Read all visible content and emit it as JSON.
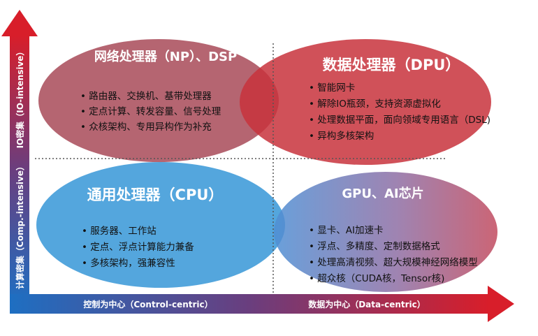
{
  "axes": {
    "y_top_label": "IO密集（IO-intensive）",
    "y_bottom_label": "计算密集（Comp.-intensive）",
    "x_left_label": "控制为中心（Control-centric）",
    "x_right_label": "数据为中心（Data-centric）"
  },
  "quadrants": {
    "np_dsp": {
      "title": "网络处理器（NP）、DSP",
      "color": "#b4545e",
      "items": [
        "路由器、交换机、基带处理器",
        "定点计算、转发容量、信号处理",
        "众核架构、专用异构作为补充"
      ]
    },
    "dpu": {
      "title": "数据处理器（DPU）",
      "color": "#c8323c",
      "items": [
        "智能网卡",
        "解除IO瓶颈，支持资源虚拟化",
        "处理数据平面，面向领域专用语言（DSL)",
        "异构多核架构"
      ]
    },
    "cpu": {
      "title": "通用处理器（CPU）",
      "color": "#3c9ad8",
      "items": [
        "服务器、工作站",
        "定点、浮点计算能力兼备",
        "多核架构，强兼容性"
      ]
    },
    "gpu_ai": {
      "title": "GPU、AI芯片",
      "color": "#8a6ea8",
      "items": [
        "显卡、AI加速卡",
        "浮点、多精度、定制数据格式",
        "处理高清视频、超大规模神经网络模型",
        "超众核（CUDA核，Tensor核)"
      ]
    }
  },
  "colors": {
    "axis_blue": "#1e6fc2",
    "axis_red": "#d81e2a"
  }
}
